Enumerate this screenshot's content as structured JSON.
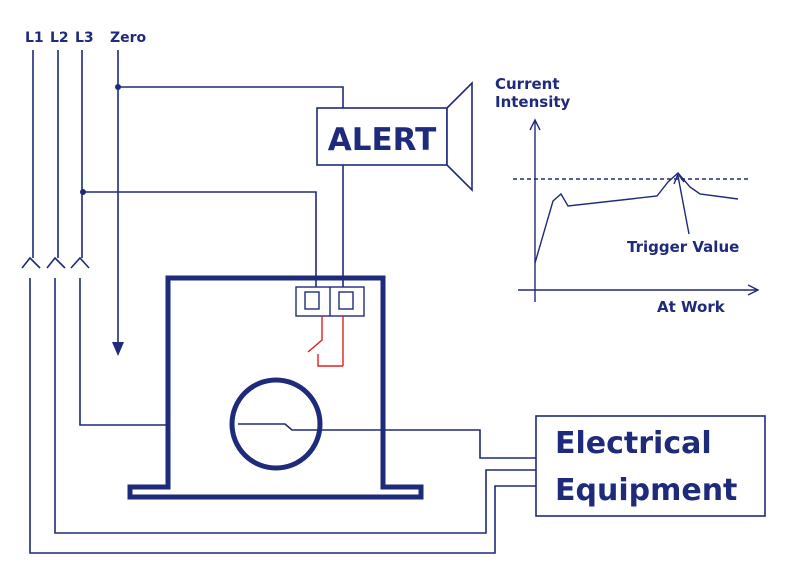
{
  "lines": {
    "l1": "L1",
    "l2": "L2",
    "l3": "L3",
    "zero": "Zero"
  },
  "alert": {
    "label": "ALERT"
  },
  "equipment": {
    "line1": "Electrical",
    "line2": "Equipment"
  },
  "graph": {
    "y_label_line1": "Current",
    "y_label_line2": "Intensity",
    "x_label": "At Work",
    "annotation": "Trigger Value"
  },
  "colors": {
    "line": "#1e2a7a",
    "relay": "#e02020"
  }
}
